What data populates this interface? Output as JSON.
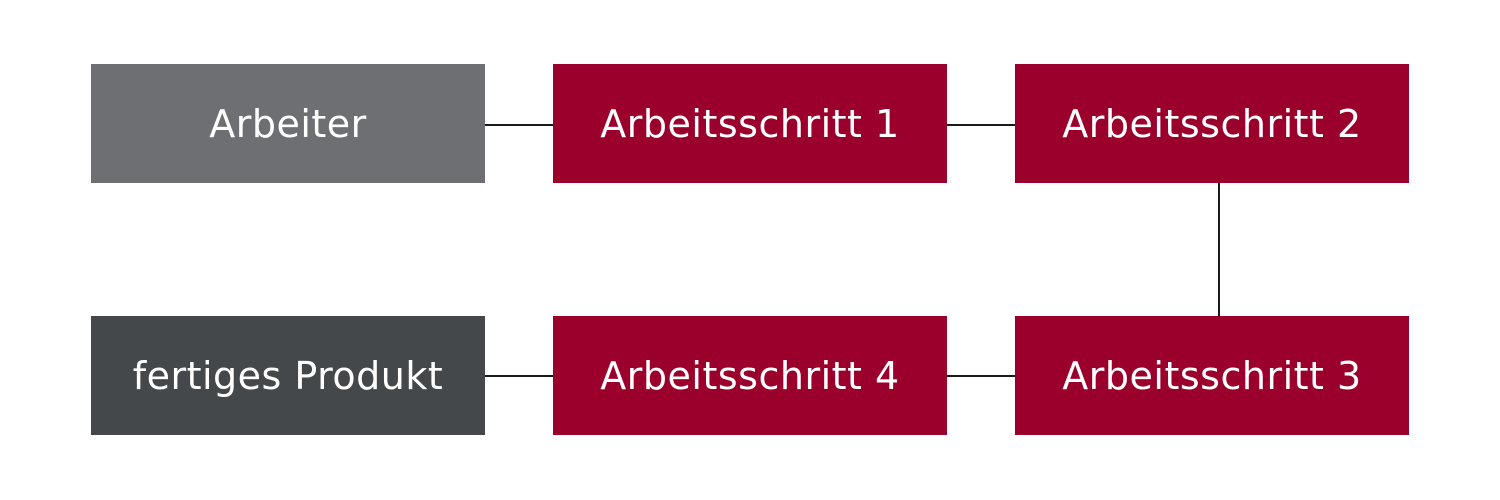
{
  "diagram": {
    "nodes": {
      "worker": {
        "label": "Arbeiter",
        "color": "#6d6f72"
      },
      "step_1": {
        "label": "Arbeitsschritt 1",
        "color": "#9b002d"
      },
      "step_2": {
        "label": "Arbeitsschritt 2",
        "color": "#9b002d"
      },
      "step_3": {
        "label": "Arbeitsschritt 3",
        "color": "#9b002d"
      },
      "step_4": {
        "label": "Arbeitsschritt 4",
        "color": "#9b002d"
      },
      "product": {
        "label": "fertiges Produkt",
        "color": "#45484a"
      }
    },
    "edges": [
      {
        "from": "worker",
        "to": "step_1"
      },
      {
        "from": "step_1",
        "to": "step_2"
      },
      {
        "from": "step_2",
        "to": "step_3"
      },
      {
        "from": "step_3",
        "to": "step_4"
      },
      {
        "from": "step_4",
        "to": "product"
      }
    ],
    "line_color": "#1a1a1a"
  }
}
